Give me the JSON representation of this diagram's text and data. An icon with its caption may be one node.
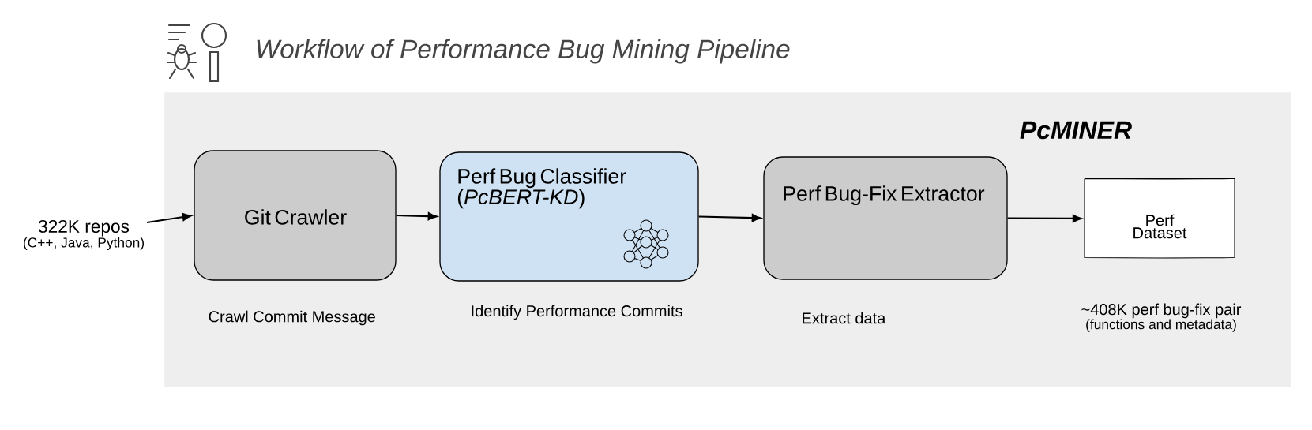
{
  "diagram": {
    "title": "Workflow of Performance Bug Mining Pipeline",
    "nodes": [
      {
        "text": [
          "PcMINER"
        ]
      },
      {
        "text": [
          "322K repos",
          "(C++, Java, Python)"
        ]
      },
      {
        "text": [
          "Git Crawler"
        ],
        "in": 0,
        "beside": [
          "Crawl Commit Message"
        ]
      },
      {
        "text": [
          "Perf Bug Classifier",
          "(*PcBERT-KD*)"
        ],
        "in": 0,
        "beside": [
          "Identify Performance Commits"
        ]
      },
      {
        "text": [
          "Perf Bug-Fix Extractor"
        ],
        "in": 0,
        "beside": [
          "Extract data"
        ]
      },
      {
        "text": [
          "Perf Dataset"
        ],
        "in": 0,
        "beside": [
          "~408K perf bug-fix pair",
          "(functions and metadata)"
        ]
      }
    ],
    "edges": [
      {
        "from": 1,
        "to": 2,
        "arrow": "to"
      },
      {
        "from": 2,
        "to": 3,
        "arrow": "to"
      },
      {
        "from": 3,
        "to": 4,
        "arrow": "to"
      },
      {
        "from": 4,
        "to": 5,
        "arrow": "to"
      }
    ]
  }
}
